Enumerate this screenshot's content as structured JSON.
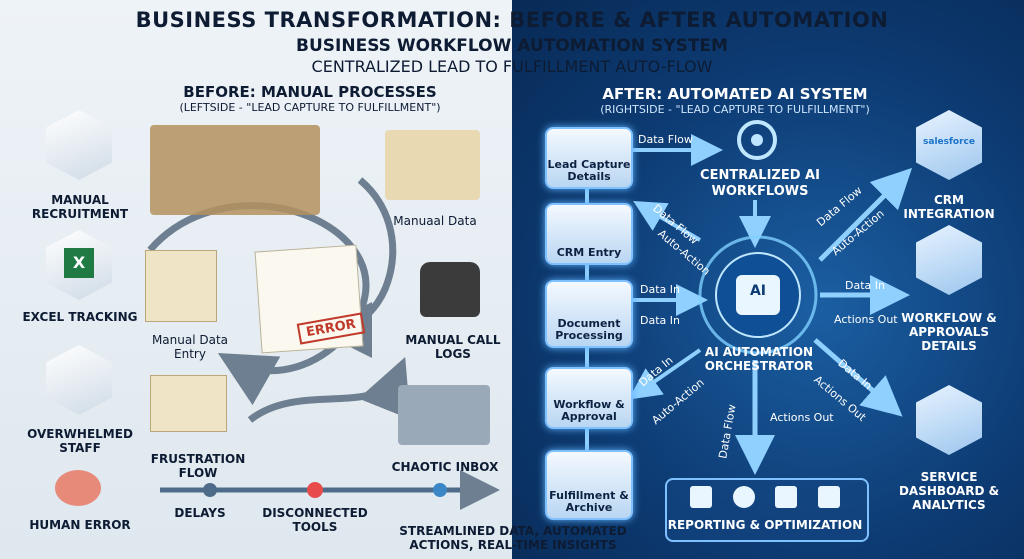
{
  "title": "BUSINESS TRANSFORMATION: BEFORE & AFTER AUTOMATION",
  "subtitle": "BUSINESS WORKFLOW AUTOMATION SYSTEM",
  "tagline": "CENTRALIZED LEAD TO FULFILLMENT AUTO-FLOW",
  "before": {
    "header": "BEFORE: MANUAL PROCESSES",
    "sub": "(LEFTSIDE - \"LEAD CAPTURE TO FULFILLMENT\")",
    "side_items": [
      "MANUAL RECRUITMENT",
      "EXCEL TRACKING",
      "OVERWHELMED STAFF",
      "HUMAN ERROR"
    ],
    "labels": {
      "manual_data": "Manuaal Data",
      "manual_data_entry": "Manual Data Entry",
      "manual_call_logs": "MANUAL CALL LOGS",
      "frustration_flow": "FRUSTRATION FLOW",
      "chaotic_inbox": "CHAOTIC INBOX",
      "delays": "DELAYS",
      "disconnected_tools": "DISCONNECTED TOOLS",
      "error_stamp": "ERROR"
    }
  },
  "after": {
    "header": "AFTER: AUTOMATED AI SYSTEM",
    "sub": "(RIGHTSIDE - \"LEAD CAPTURE TO FULFILLMENT\")",
    "steps": [
      "Lead Capture Details",
      "CRM Entry",
      "Document Processing",
      "Workflow & Approval",
      "Fulfillment & Archive"
    ],
    "hub_top": "CENTRALIZED AI WORKFLOWS",
    "orchestrator": "AI AUTOMATION ORCHESTRATOR",
    "ai_chip": "AI",
    "outputs": [
      "CRM INTEGRATION",
      "WORKFLOW & APPROVALS DETAILS",
      "SERVICE DASHBOARD & ANALYTICS"
    ],
    "salesforce": "salesforce",
    "reporting": "REPORTING & OPTIMIZATION",
    "flows": {
      "data_flow": "Data Flow",
      "data_in": "Data In",
      "auto_action": "Auto-Action",
      "actions_out": "Actions Out"
    }
  },
  "footer": "STREAMLINED DATA, AUTOMATED ACTIONS, REAL-TIME INSIGHTS",
  "colors": {
    "dark_navy": "#0d1b33",
    "glow_blue": "#5fb4ff",
    "right_bg": "#0d3b73"
  }
}
